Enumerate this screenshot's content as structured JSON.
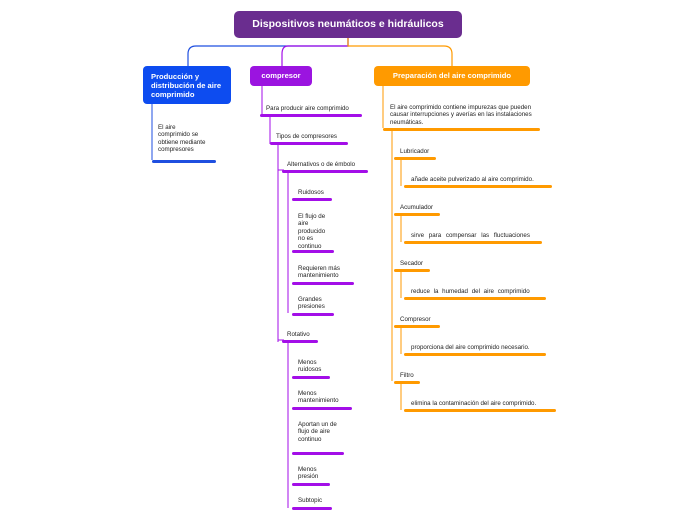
{
  "root": {
    "title": "Dispositivos neumáticos e hidráulicos",
    "color": "#6a2d8f"
  },
  "branches": {
    "produccion": {
      "title": "Producción y distribución de aire comprimido",
      "color": "#0d4cf0",
      "note": "El aire comprimido se obtiene mediante compresores"
    },
    "compresor": {
      "title": "compresor",
      "color": "#9b14e0",
      "purpose": "Para producir aire comprimido",
      "types_label": "Tipos de compresores",
      "alternativos": {
        "label": "Alternativos o de émbolo",
        "items": [
          "Ruidosos",
          "El flujo de aire producido no es continuo",
          "Requieren más mantenimiento",
          "Grandes presiones"
        ]
      },
      "rotativo": {
        "label": "Rotativo",
        "items": [
          "Menos ruidosos",
          "Menos mantenimiento",
          "Aportan un de flujo de aire continuo",
          "Menos presión",
          "Subtopic"
        ]
      }
    },
    "preparacion": {
      "title": "Preparación del aire comprimido",
      "color": "#ff9a00",
      "intro": "El aire comprimido contiene impurezas que pueden causar interrupciones y averías en las instalaciones neumáticas.",
      "items": [
        {
          "name": "Lubricador",
          "desc": "añade aceite pulverizado al aire comprimido."
        },
        {
          "name": "Acumulador",
          "desc": "sirve para compensar las fluctuaciones"
        },
        {
          "name": "Secador",
          "desc": "reduce la humedad del aire comprimido"
        },
        {
          "name": "Compresor",
          "desc": "proporciona del aire comprimido necesario."
        },
        {
          "name": "Filtro",
          "desc": "elimina la contaminación del aire comprimido."
        }
      ]
    }
  }
}
